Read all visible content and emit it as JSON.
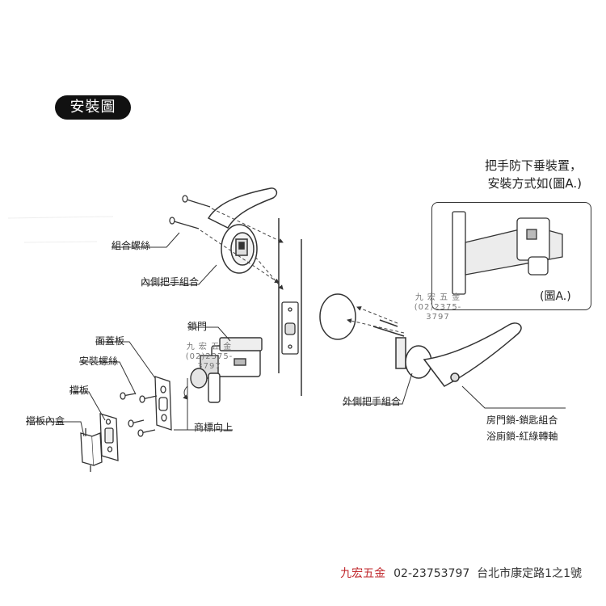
{
  "title": "安裝圖",
  "labels": {
    "screws_combo": "組合螺絲",
    "inner_handle": "內側把手組合",
    "latch": "鎖門",
    "faceplate": "面蓋板",
    "install_screws": "安裝螺絲",
    "strike": "擋板",
    "strike_box": "擋板內盒",
    "logo_up": "商標向上",
    "outer_handle": "外側把手組合",
    "key_combo": "房門鎖-鎖匙組合",
    "bath_turn": "浴廁鎖-紅綠轉軸"
  },
  "note": {
    "line1": "把手防下垂裝置，",
    "line2": "安裝方式如(圖A.)"
  },
  "figure_a_label": "(圖A.)",
  "watermark": {
    "name": "九 宏 五 金",
    "phone": "(02)2375-3797"
  },
  "footer": {
    "brand": "九宏五金",
    "phone": "02-23753797",
    "address": "台北市康定路1之1號"
  },
  "colors": {
    "brand_red": "#c0282d",
    "line": "#333333"
  }
}
